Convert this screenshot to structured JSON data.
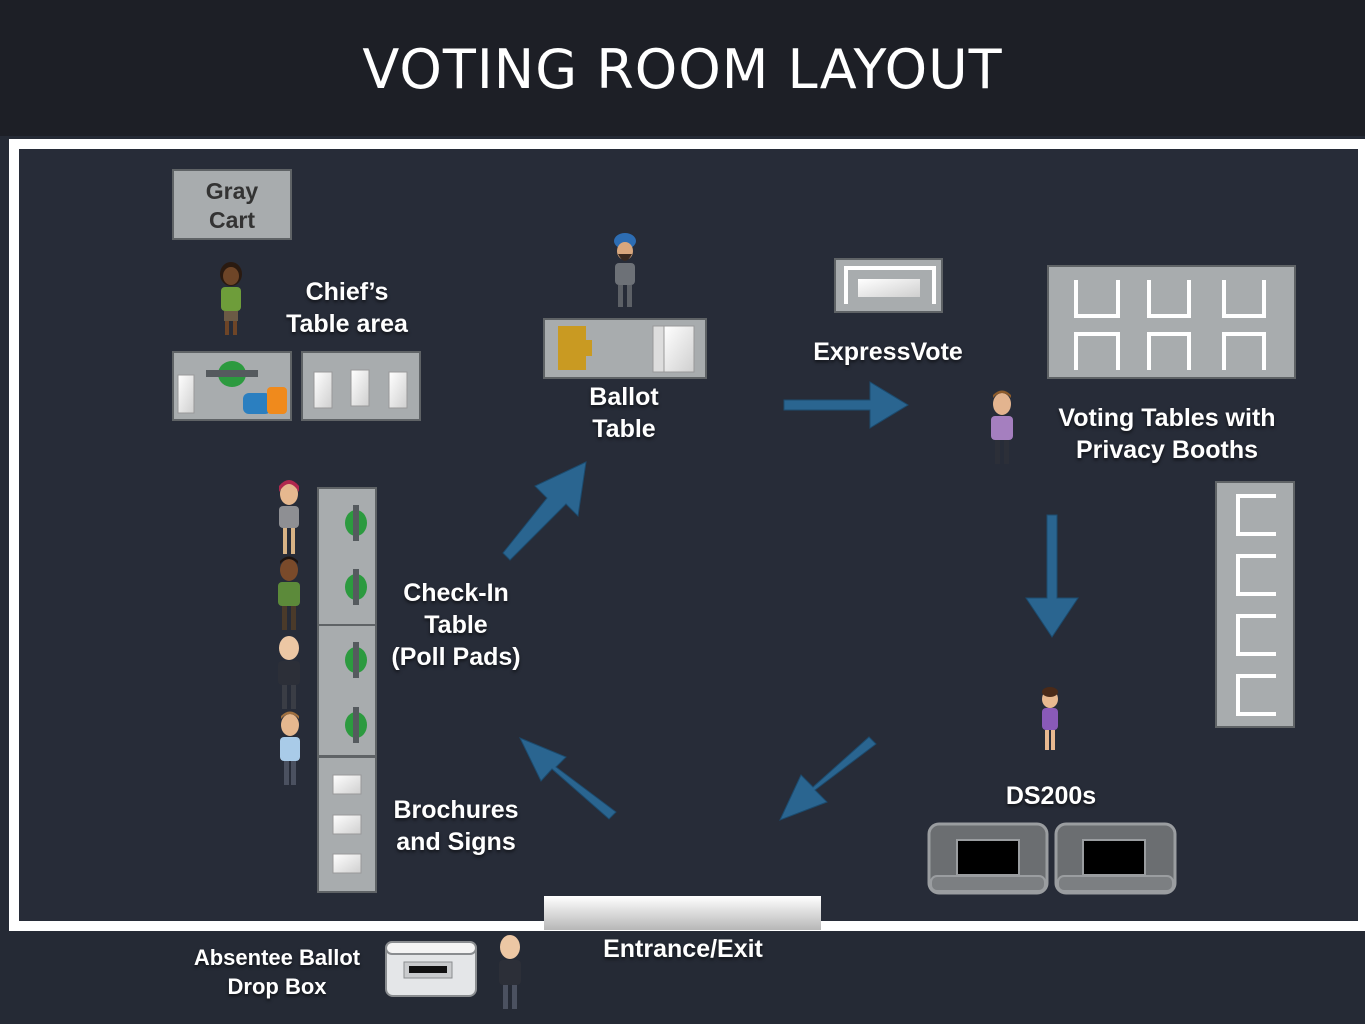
{
  "title": "VOTING ROOM LAYOUT",
  "labels": {
    "gray_cart": [
      "Gray",
      "Cart"
    ],
    "chiefs_table": [
      "Chief’s",
      "Table area"
    ],
    "ballot_table": [
      "Ballot",
      "Table"
    ],
    "expressvote": [
      "ExpressVote"
    ],
    "voting_tables": [
      "Voting Tables with",
      "Privacy Booths"
    ],
    "checkin_table": [
      "Check-In",
      "Table",
      "(Poll Pads)"
    ],
    "brochures": [
      "Brochures",
      "and Signs"
    ],
    "ds200s": [
      "DS200s"
    ],
    "entrance": [
      "Entrance/Exit"
    ],
    "absentee": [
      "Absentee Ballot",
      "Drop Box"
    ]
  },
  "colors": {
    "background": "#252a35",
    "header": "#1d1f26",
    "arrow": "#2a6590",
    "table": "#a8acae",
    "poll_pad": "#2c9a3f"
  }
}
